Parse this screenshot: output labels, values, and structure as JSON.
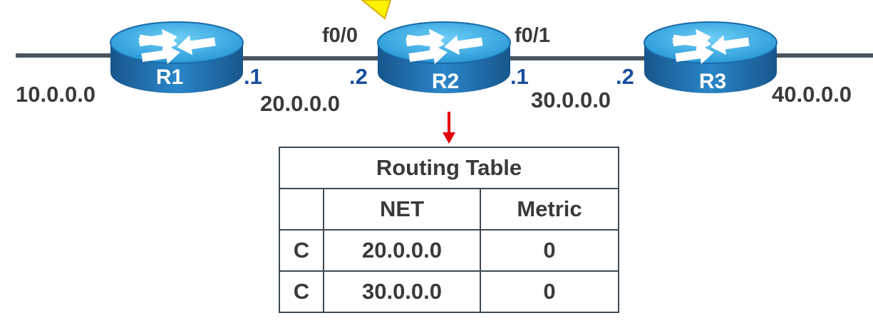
{
  "routers": [
    {
      "name": "R1"
    },
    {
      "name": "R2"
    },
    {
      "name": "R3"
    }
  ],
  "networks": {
    "left": "10.0.0.0",
    "r1_r2": "20.0.0.0",
    "r2_r3": "30.0.0.0",
    "right": "40.0.0.0"
  },
  "interfaces": {
    "r2_left": "f0/0",
    "r2_right": "f0/1"
  },
  "host_ids": {
    "r1_right": ".1",
    "r2_left": ".2",
    "r2_right": ".1",
    "r3_left": ".2"
  },
  "colors": {
    "router_top": "#29a3e0",
    "router_side": "#1b6aa8",
    "link": "#4a5560",
    "ip_text": "#1a4fa0",
    "label_text": "#3a3a3a",
    "arrow": "#e0000c",
    "callout": "#fff200"
  },
  "routing_table": {
    "title": "Routing Table",
    "headers": [
      "",
      "NET",
      "Metric"
    ],
    "rows": [
      {
        "type": "C",
        "net": "20.0.0.0",
        "metric": "0"
      },
      {
        "type": "C",
        "net": "30.0.0.0",
        "metric": "0"
      }
    ]
  }
}
